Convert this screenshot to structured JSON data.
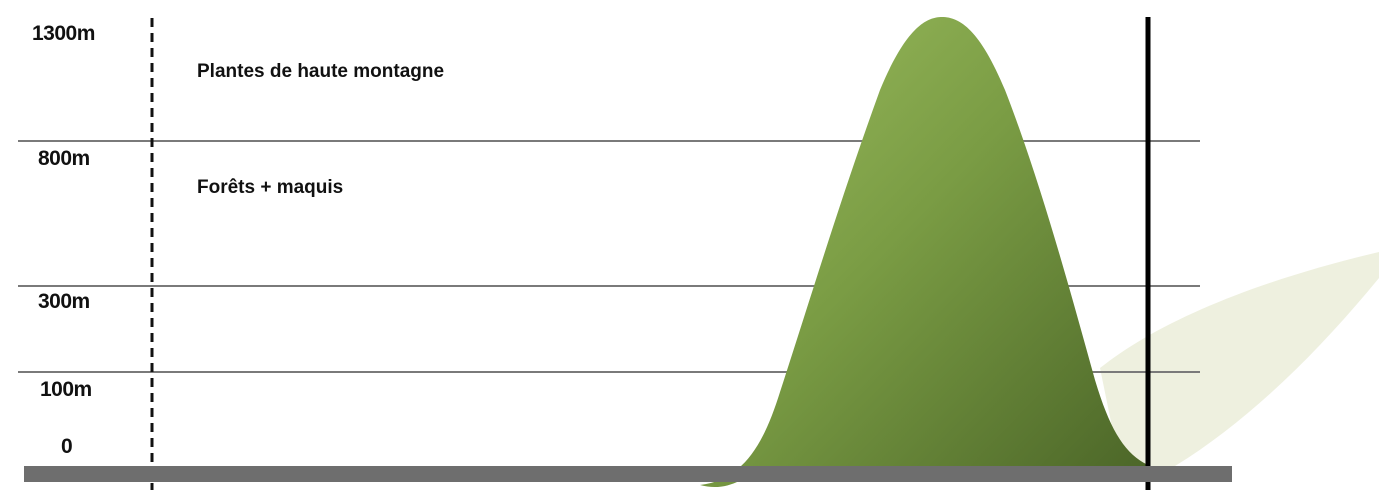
{
  "altitudes": [
    {
      "label": "1300m"
    },
    {
      "label": "800m"
    },
    {
      "label": "300m"
    },
    {
      "label": "100m"
    },
    {
      "label": "0"
    }
  ],
  "zones": [
    {
      "label": "Plantes de haute montagne"
    },
    {
      "label": "Forêts + maquis"
    }
  ],
  "colors": {
    "mountain_light": "#93b55a",
    "mountain_dark": "#4f6b2a",
    "shadow": "#eef0df",
    "level_line": "#7a7a7a",
    "ground": "#6e6e6e",
    "pole": "#000000"
  }
}
